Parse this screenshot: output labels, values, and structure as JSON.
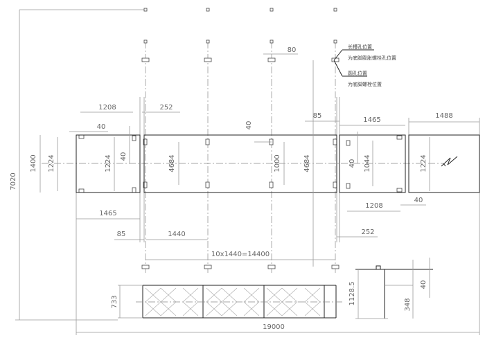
{
  "legend": {
    "slot_hole_title": "长槽孔位置",
    "slot_hole_desc": "为底脚膨胀螺栓孔位置",
    "round_hole_title": "圆孔位置",
    "round_hole_desc": "为底脚螺栓位置"
  },
  "dimensions": {
    "total_height": "7020",
    "left_box_width_top": "1208",
    "gap_252_top": "252",
    "left_offset_40": "40",
    "left_height_1400": "1400",
    "left_height_1224": "1224",
    "left_inner_1224": "1224",
    "left_inner_40": "40",
    "left_span_4684": "4684",
    "left_box_width_1465": "1465",
    "offset_85_bottom": "85",
    "bay_1440": "1440",
    "bays_total": "10x1440=14400",
    "mid_40": "40",
    "mid_1000": "1000",
    "mid_4684": "4684",
    "top_80": "80",
    "right_85": "85",
    "right_box_1465": "1465",
    "right_box_1488": "1488",
    "right_40": "40",
    "right_1044": "1044",
    "right_1224": "1224",
    "right_1208": "1208",
    "right_40_bottom": "40",
    "right_252": "252",
    "fence_height": "733",
    "total_width": "19000",
    "side_height": "1128.5",
    "side_348": "348",
    "side_40": "40"
  }
}
